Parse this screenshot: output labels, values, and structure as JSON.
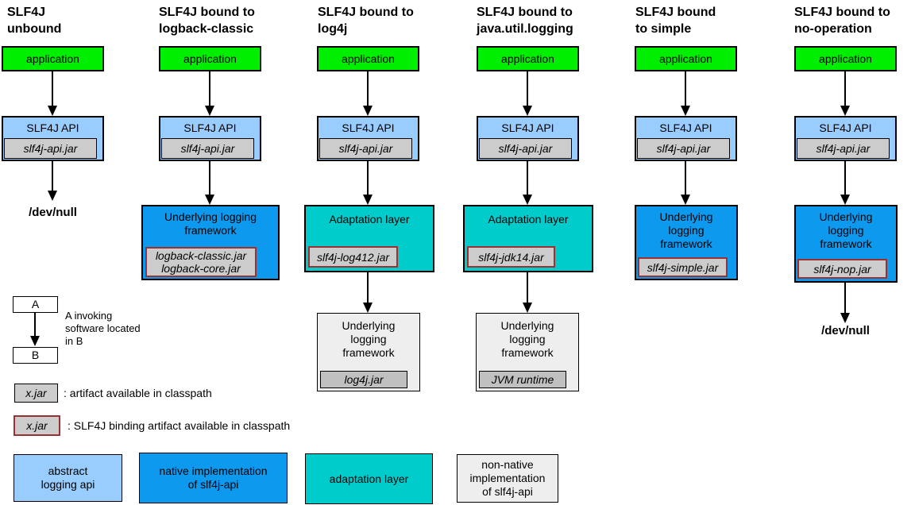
{
  "colors": {
    "application_green": "#00ee00",
    "abstract_api_light_blue": "#99ccff",
    "native_impl_blue": "#0d99ee",
    "adaptation_teal": "#00cccc",
    "non_native_light_gray": "#eeeeee",
    "jar_gray": "#cccccc",
    "binding_border_red": "#993333"
  },
  "columns": [
    {
      "title": "SLF4J\nunbound",
      "application": "application",
      "api": "SLF4J API",
      "api_jar": "slf4j-api.jar",
      "sink": "/dev/null"
    },
    {
      "title": "SLF4J bound to\nlogback-classic",
      "application": "application",
      "api": "SLF4J API",
      "api_jar": "slf4j-api.jar",
      "framework": "Underlying logging\nframework",
      "framework_jars": "logback-classic.jar\nlogback-core.jar"
    },
    {
      "title": "SLF4J bound to\nlog4j",
      "application": "application",
      "api": "SLF4J API",
      "api_jar": "slf4j-api.jar",
      "adaptation": "Adaptation layer",
      "adaptation_jar": "slf4j-log412.jar",
      "underlying": "Underlying\nlogging\nframework",
      "underlying_jar": "log4j.jar"
    },
    {
      "title": "SLF4J bound to\njava.util.logging",
      "application": "application",
      "api": "SLF4J API",
      "api_jar": "slf4j-api.jar",
      "adaptation": "Adaptation layer",
      "adaptation_jar": "slf4j-jdk14.jar",
      "underlying": "Underlying\nlogging\nframework",
      "underlying_jar": "JVM runtime"
    },
    {
      "title": "SLF4J bound\nto simple",
      "application": "application",
      "api": "SLF4J API",
      "api_jar": "slf4j-api.jar",
      "framework": "Underlying\nlogging\nframework",
      "framework_jar": "slf4j-simple.jar"
    },
    {
      "title": "SLF4J bound to\nno-operation",
      "application": "application",
      "api": "SLF4J API",
      "api_jar": "slf4j-api.jar",
      "framework": "Underlying\nlogging\nframework",
      "framework_jar": "slf4j-nop.jar",
      "sink": "/dev/null"
    }
  ],
  "legend": {
    "invoking": {
      "a": "A",
      "b": "B",
      "note": "A invoking\nsoftware located\nin B"
    },
    "artifact_box": "x.jar",
    "artifact_text": ": artifact available in classpath",
    "binding_box": "x.jar",
    "binding_text": ": SLF4J binding artifact available in classpath",
    "categories": [
      {
        "label": "abstract\nlogging api"
      },
      {
        "label": "native implementation\nof slf4j-api"
      },
      {
        "label": "adaptation layer"
      },
      {
        "label": "non-native\nimplementation\nof slf4j-api"
      }
    ]
  }
}
